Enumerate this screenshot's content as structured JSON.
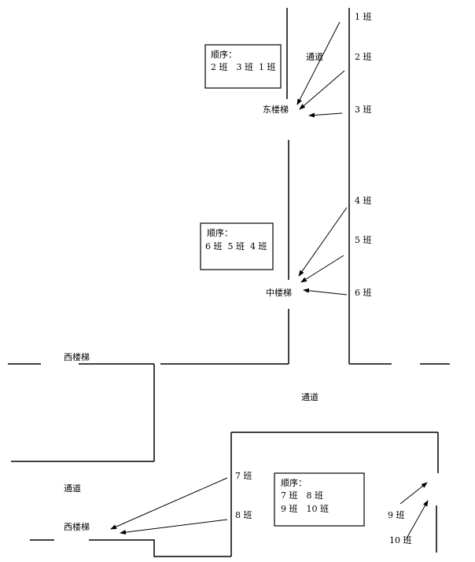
{
  "labels": {
    "east_stairs": "东楼梯",
    "middle_stairs": "中楼梯",
    "west_stairs_top": "西楼梯",
    "west_stairs_bottom": "西楼梯",
    "passage_top": "通道",
    "passage_middle": "通道",
    "passage_left": "通道"
  },
  "classes": [
    "1 班",
    "2 班",
    "3 班",
    "4 班",
    "5 班",
    "6 班",
    "7 班",
    "8 班",
    "9 班",
    "10 班"
  ],
  "order_boxes": {
    "east": {
      "title": "顺序：",
      "line1": "2 班　3 班  1 班"
    },
    "middle": {
      "title": "顺序：",
      "line1": "6 班  5 班  4 班"
    },
    "south": {
      "title": "顺序：",
      "line1": "7 班　8 班",
      "line2": "9 班　10 班"
    }
  }
}
